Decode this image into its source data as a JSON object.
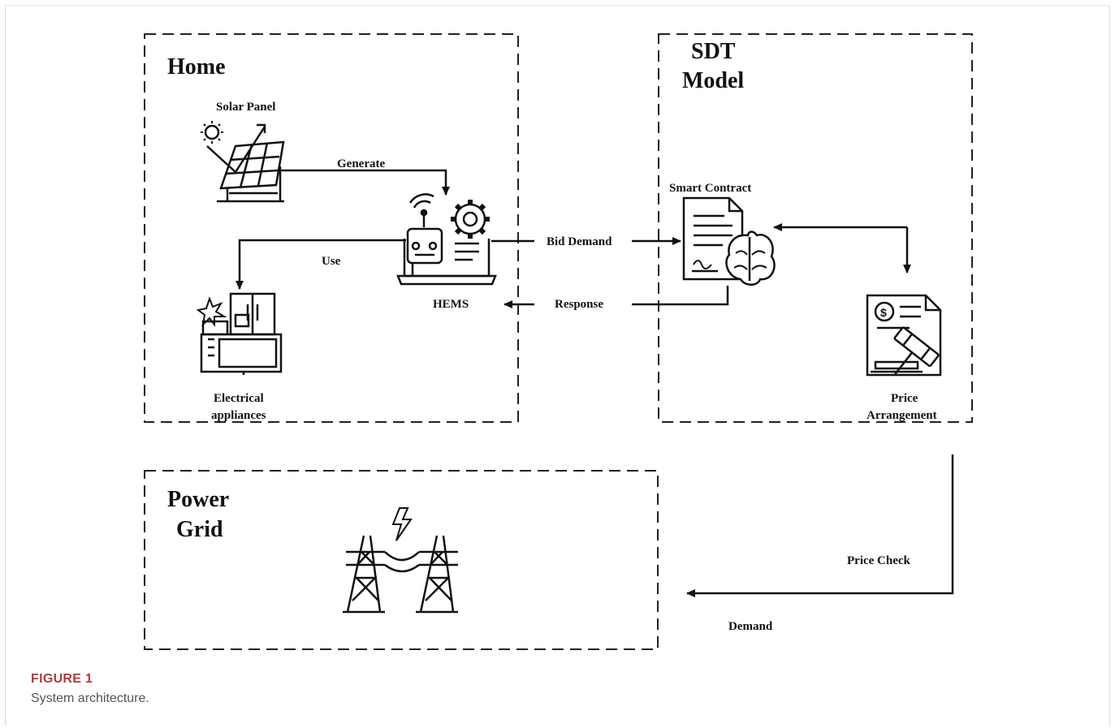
{
  "figure": {
    "caption_label": "FIGURE 1",
    "caption_text": "System architecture."
  },
  "boxes": {
    "home": {
      "title": "Home"
    },
    "sdt": {
      "title_line1": "SDT",
      "title_line2": "Model"
    },
    "grid": {
      "title_line1": "Power",
      "title_line2": "Grid"
    }
  },
  "nodes": {
    "solar_panel": "Solar Panel",
    "hems": "HEMS",
    "appliances_line1": "Electrical",
    "appliances_line2": "appliances",
    "smart_contract": "Smart Contract",
    "price_line1": "Price",
    "price_line2": "Arrangement"
  },
  "edges": {
    "generate": "Generate",
    "use": "Use",
    "bid_demand": "Bid Demand",
    "response": "Response",
    "price_check": "Price Check",
    "demand": "Demand"
  },
  "icons": [
    "solar-panel-icon",
    "hems-robot-icon",
    "appliances-icon",
    "smart-contract-icon",
    "price-arrangement-icon",
    "power-tower-icon"
  ]
}
